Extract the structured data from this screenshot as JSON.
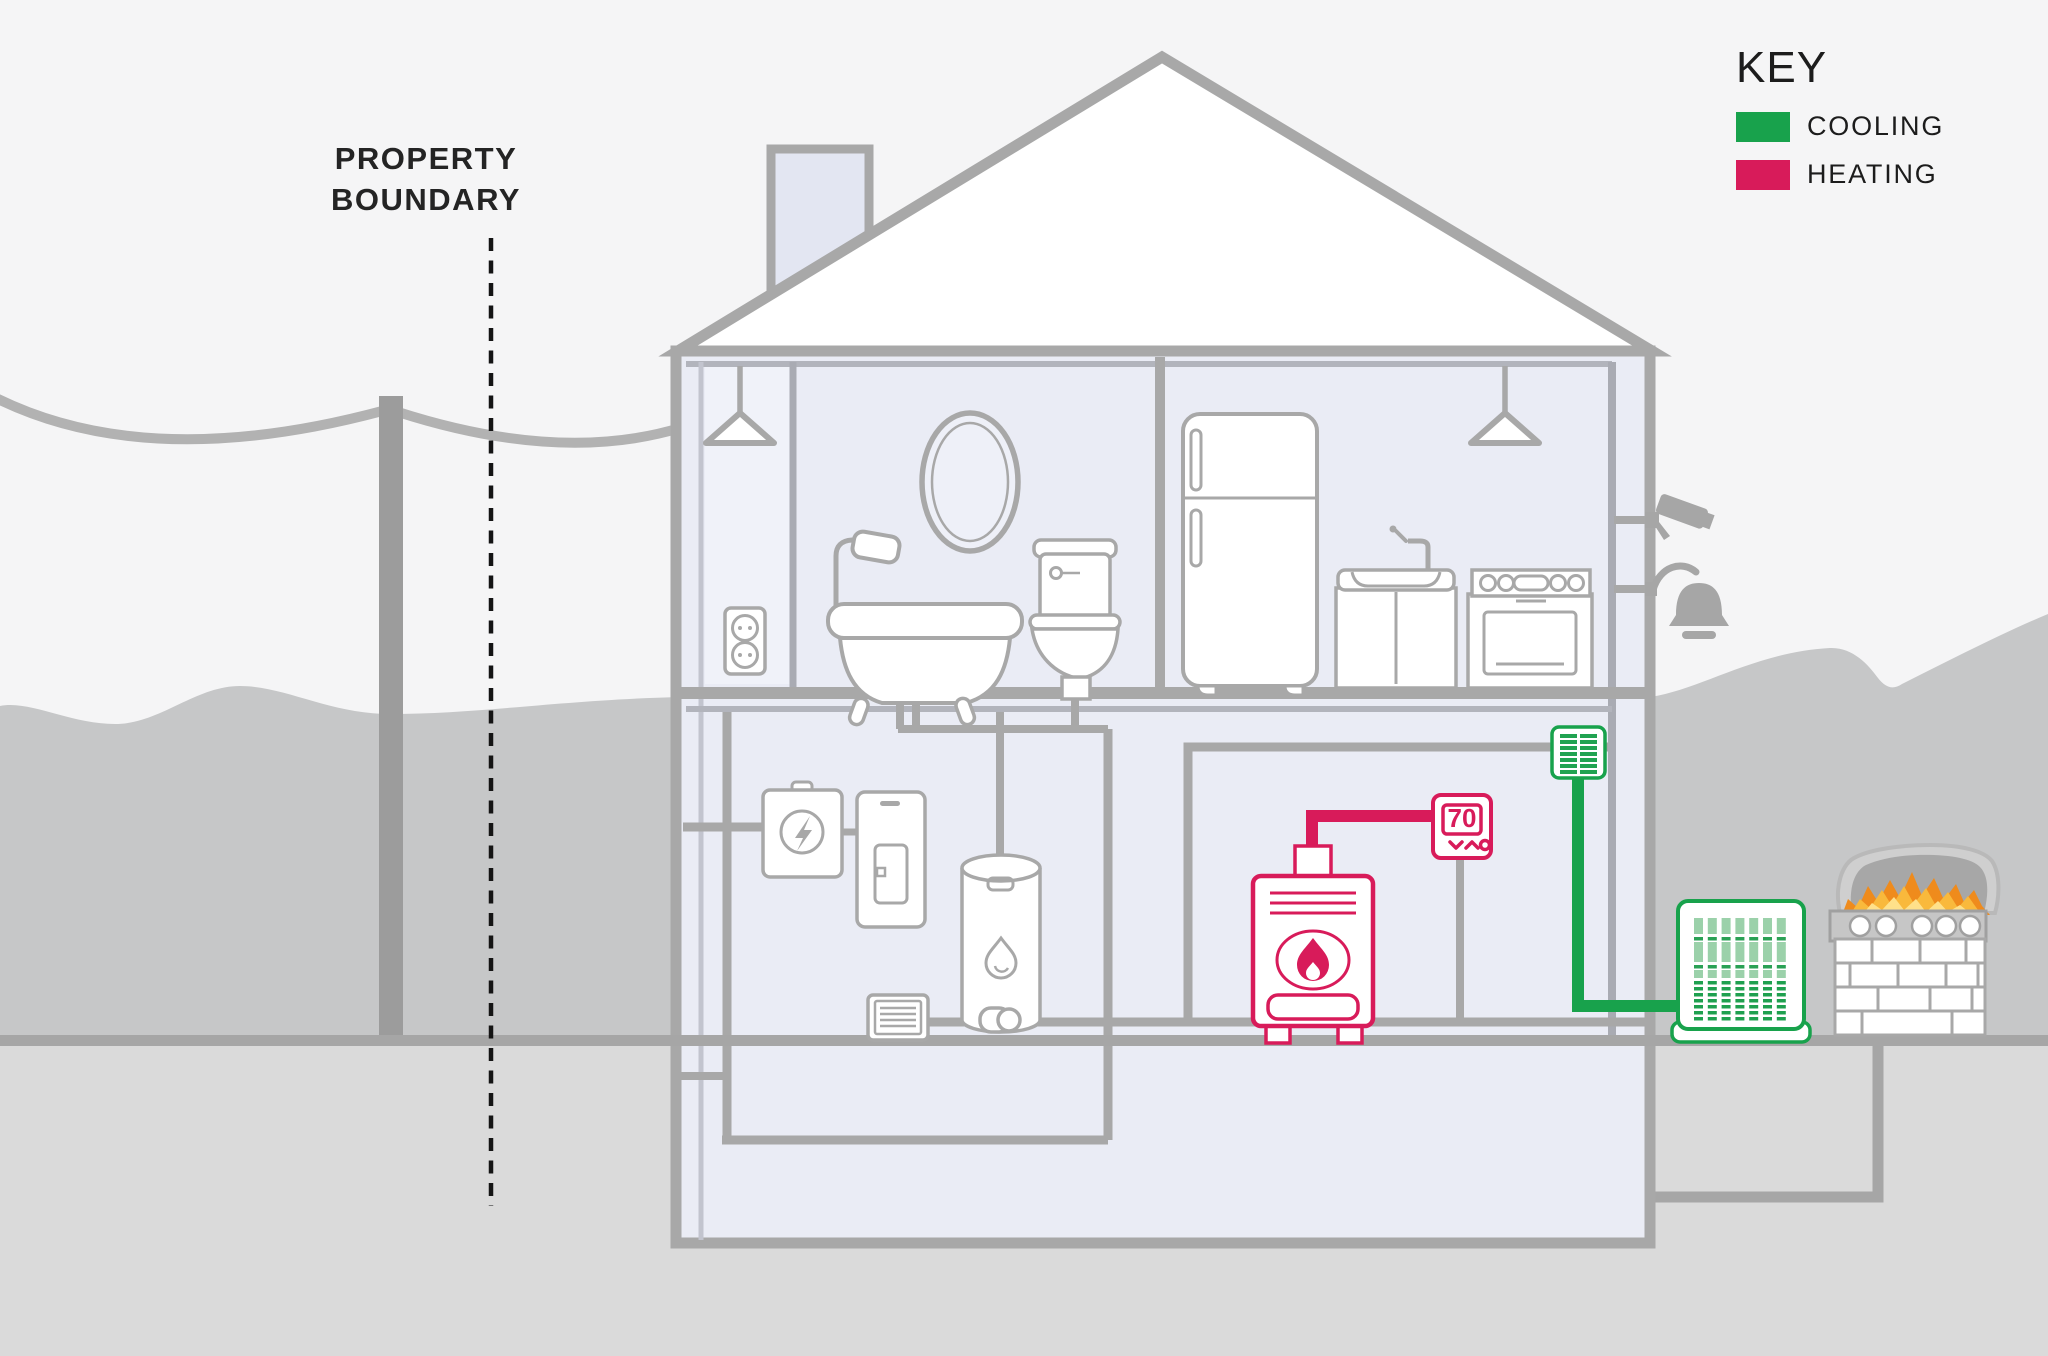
{
  "labels": {
    "property_boundary": {
      "line1": "PROPERTY",
      "line2": "BOUNDARY"
    }
  },
  "key": {
    "title": "KEY",
    "items": [
      {
        "id": "cooling",
        "label": "COOLING",
        "color": "#18a24c"
      },
      {
        "id": "heating",
        "label": "HEATING",
        "color": "#d81b5a"
      }
    ]
  },
  "thermostat": {
    "value": "70"
  },
  "palette": {
    "sky": "#f5f5f6",
    "hills": "#c6c7c8",
    "underground": "#dadada",
    "ground_line": "#a6a6a6",
    "wall_gray": "#a8a8a8",
    "interior_lavender": "#eaecf5",
    "cooling_green": "#18a24c",
    "heating_red": "#d81b5a",
    "flame_orange": "#ef8b1c",
    "flame_yellow": "#f9b93c"
  },
  "depicted_elements": {
    "exterior": [
      "power-pole",
      "power-lines",
      "property-boundary-line",
      "security-camera",
      "alarm-bell",
      "ac-condenser-unit",
      "gas-grill",
      "underground-gas-line",
      "hills",
      "ground"
    ],
    "house": [
      "roof",
      "chimney"
    ],
    "bathroom": [
      "pendant-light",
      "wall-outlet",
      "bathtub",
      "shower-faucet",
      "oval-mirror",
      "toilet"
    ],
    "kitchen": [
      "refrigerator",
      "pendant-light",
      "sink-cabinet",
      "kitchen-faucet",
      "stove-oven"
    ],
    "basement": [
      "electric-meter",
      "breaker-panel",
      "air-return-grate",
      "water-heater",
      "furnace",
      "wall-thermostat",
      "cooling-vent"
    ]
  }
}
